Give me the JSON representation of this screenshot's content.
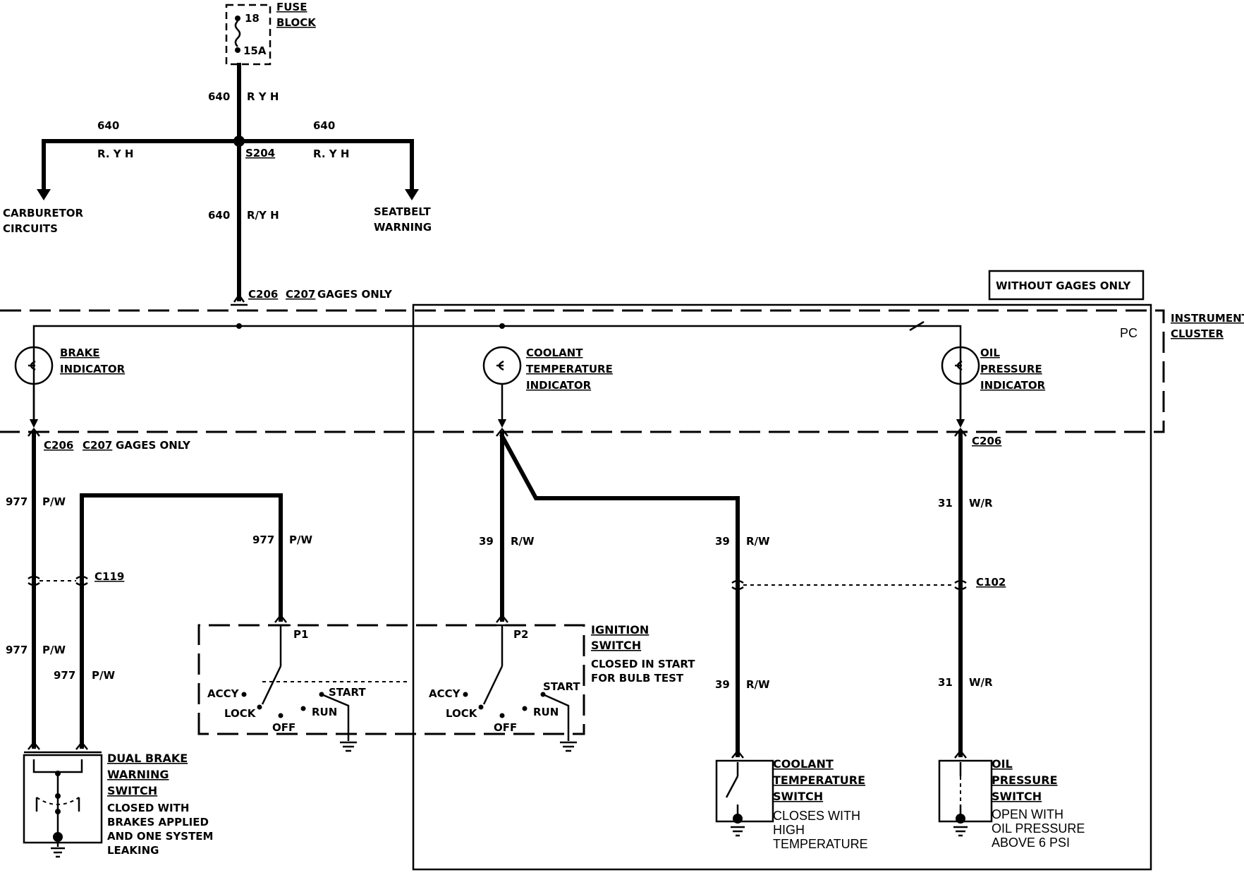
{
  "fuse": {
    "title_1": "FUSE",
    "title_2": "BLOCK",
    "number": "18",
    "rating": "15A"
  },
  "wires": {
    "feed_num": "640",
    "feed_color": "R Y H",
    "left_num": "640",
    "left_color": "R. Y H",
    "right_num": "640",
    "right_color": "R. Y H",
    "down_num": "640",
    "down_color": "R/Y H",
    "brake_num": "977",
    "brake_color": "P/W",
    "p1_num": "977",
    "p1_color": "P/W",
    "coolant_num": "39",
    "coolant_color": "R/W",
    "coolant_sw_num": "39",
    "coolant_sw_color": "R/W",
    "oil_num": "31",
    "oil_color": "W/R"
  },
  "splice": "S204",
  "destinations": {
    "carb_1": "CARBURETOR",
    "carb_2": "CIRCUITS",
    "belt_1": "SEATBELT",
    "belt_2": "WARNING"
  },
  "connectors": {
    "c206": "C206",
    "c207": "C207",
    "gages_only": "GAGES ONLY",
    "c119": "C119",
    "c102": "C102"
  },
  "without_gages": "WITHOUT GAGES ONLY",
  "cluster": {
    "label_1": "INSTRUMENT",
    "label_2": "CLUSTER",
    "pc": "PC"
  },
  "indicators": {
    "brake": [
      "BRAKE",
      "INDICATOR"
    ],
    "coolant": [
      "COOLANT",
      "TEMPERATURE",
      "INDICATOR"
    ],
    "oil": [
      "OIL",
      "PRESSURE",
      "INDICATOR"
    ]
  },
  "ignition": {
    "title_1": "IGNITION",
    "title_2": "SWITCH",
    "note_1": "CLOSED IN START",
    "note_2": "FOR BULB TEST",
    "p1": "P1",
    "p2": "P2",
    "accy": "ACCY",
    "lock": "LOCK",
    "off": "OFF",
    "run": "RUN",
    "start": "START"
  },
  "dual_brake": {
    "title": [
      "DUAL BRAKE",
      "WARNING",
      "SWITCH"
    ],
    "note": [
      "CLOSED WITH",
      "BRAKES APPLIED",
      "AND ONE SYSTEM",
      "LEAKING"
    ]
  },
  "coolant_switch": {
    "title": [
      "COOLANT",
      "TEMPERATURE",
      "SWITCH"
    ],
    "note": [
      "CLOSES WITH",
      "HIGH",
      "TEMPERATURE"
    ]
  },
  "oil_switch": {
    "title": [
      "OIL",
      "PRESSURE",
      "SWITCH"
    ],
    "note": [
      "OPEN WITH",
      "OIL PRESSURE",
      "ABOVE 6 PSI"
    ]
  }
}
